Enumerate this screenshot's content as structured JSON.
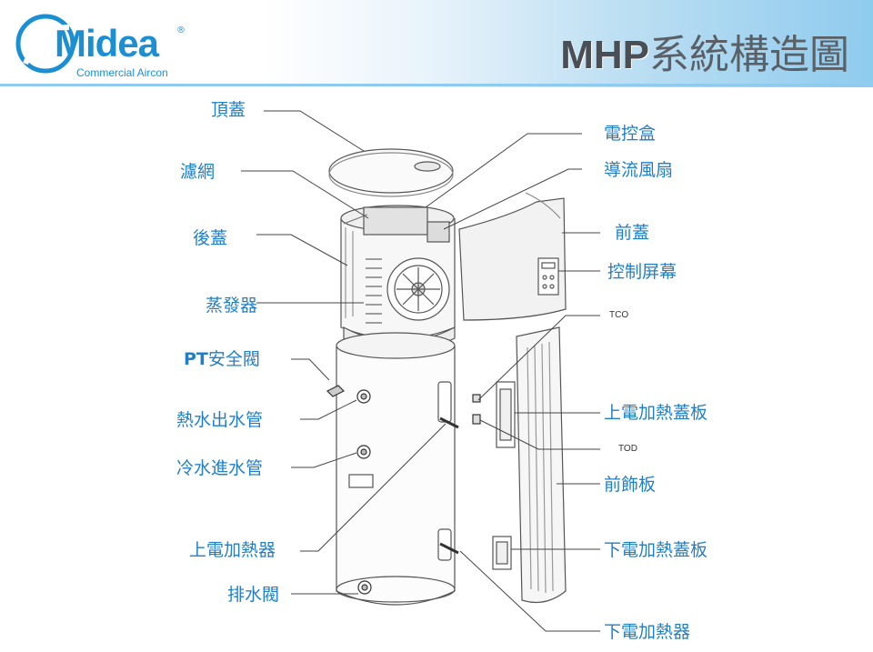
{
  "header": {
    "logo_text": "Midea",
    "logo_subtitle": "Commercial Aircon",
    "logo_registered": "®",
    "title_bold": "MHP",
    "title_rest": "系統構造圖"
  },
  "labels": {
    "top_cover": "頂蓋",
    "filter": "濾網",
    "rear_cover": "後蓋",
    "evaporator": "蒸發器",
    "pt_valve_bold": "PT",
    "pt_valve_rest": "安全閥",
    "hot_water_out": "熱水出水管",
    "cold_water_in": "冷水進水管",
    "upper_heater": "上電加熱器",
    "drain_valve": "排水閥",
    "control_box": "電控盒",
    "fan": "導流風扇",
    "front_cover": "前蓋",
    "control_screen": "控制屏幕",
    "tco": "TCO",
    "upper_heater_cover": "上電加熱蓋板",
    "tod": "TOD",
    "front_panel": "前飾板",
    "lower_heater_cover": "下電加熱蓋板",
    "lower_heater": "下電加熱器"
  },
  "colors": {
    "brand_blue": "#1b8fd2",
    "label_blue": "#1f7fc8",
    "title_gray": "#4a4f55",
    "header_gradient_end": "#8fcbee"
  }
}
